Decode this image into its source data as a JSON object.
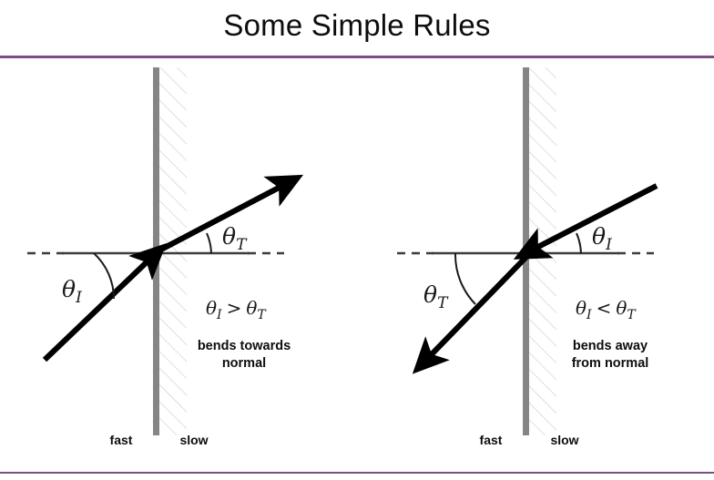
{
  "slide": {
    "title": "Some Simple Rules",
    "accent_color": "#7c4f82",
    "background_color": "#ffffff",
    "boundary_color": "#808080",
    "hatch_color": "#d0d0d0",
    "ray_color": "#000000",
    "text_color": "#0d0d0d"
  },
  "diagrams": [
    {
      "id": "left",
      "name": "bends-towards-normal",
      "theta_incident": "θ",
      "theta_incident_sub": "I",
      "theta_transmitted": "θ",
      "theta_transmitted_sub": "T",
      "inequality_left": "θ",
      "inequality_left_sub": "I",
      "inequality_op": ">",
      "inequality_right": "θ",
      "inequality_right_sub": "T",
      "inequality_full": "θI > θT",
      "caption_line1": "bends towards",
      "caption_line2": "normal",
      "medium_left": "fast",
      "medium_right": "slow"
    },
    {
      "id": "right",
      "name": "bends-away-from-normal",
      "theta_incident": "θ",
      "theta_incident_sub": "I",
      "theta_transmitted": "θ",
      "theta_transmitted_sub": "T",
      "inequality_left": "θ",
      "inequality_left_sub": "I",
      "inequality_op": "<",
      "inequality_right": "θ",
      "inequality_right_sub": "T",
      "inequality_full": "θI < θT",
      "caption_line1": "bends away",
      "caption_line2": "from normal",
      "medium_left": "fast",
      "medium_right": "slow"
    }
  ]
}
